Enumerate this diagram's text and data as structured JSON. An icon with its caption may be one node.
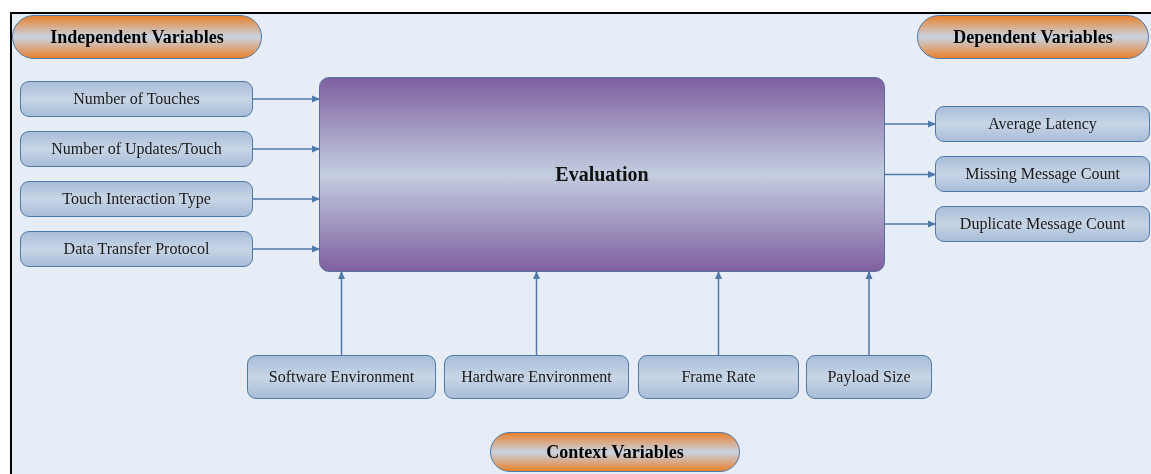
{
  "diagram": {
    "nodes": [
      {
        "text": [
          "Independent Variables"
        ]
      },
      {
        "text": [
          "Dependent Variables"
        ]
      },
      {
        "text": [
          "Number of Touches"
        ]
      },
      {
        "text": [
          "Number of Updates/Touch"
        ]
      },
      {
        "text": [
          "Touch Interaction Type"
        ]
      },
      {
        "text": [
          "Data Transfer Protocol"
        ]
      },
      {
        "text": [
          "Evaluation"
        ]
      },
      {
        "text": [
          "Average Latency"
        ]
      },
      {
        "text": [
          "Missing Message Count"
        ]
      },
      {
        "text": [
          "Duplicate Message Count"
        ]
      },
      {
        "text": [
          "Software Environment"
        ]
      },
      {
        "text": [
          "Hardware Environment"
        ]
      },
      {
        "text": [
          "Frame Rate"
        ]
      },
      {
        "text": [
          "Payload Size"
        ]
      },
      {
        "text": [
          "Context Variables"
        ]
      }
    ],
    "edges": [
      {
        "from": 2,
        "to": 6,
        "arrow": "to"
      },
      {
        "from": 3,
        "to": 6,
        "arrow": "to"
      },
      {
        "from": 4,
        "to": 6,
        "arrow": "to"
      },
      {
        "from": 5,
        "to": 6,
        "arrow": "to"
      },
      {
        "from": 6,
        "to": 7,
        "arrow": "to"
      },
      {
        "from": 6,
        "to": 8,
        "arrow": "to"
      },
      {
        "from": 6,
        "to": 9,
        "arrow": "to"
      },
      {
        "from": 10,
        "to": 6,
        "arrow": "to"
      },
      {
        "from": 11,
        "to": 6,
        "arrow": "to"
      },
      {
        "from": 12,
        "to": 6,
        "arrow": "to"
      },
      {
        "from": 13,
        "to": 6,
        "arrow": "to"
      }
    ]
  }
}
